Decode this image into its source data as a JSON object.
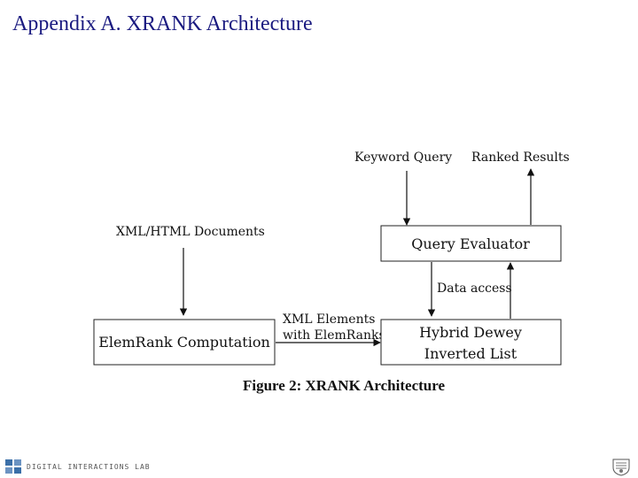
{
  "slide": {
    "title": "Appendix A. XRANK Architecture"
  },
  "diagram": {
    "inputs": {
      "keyword_query": "Keyword Query",
      "ranked_results": "Ranked Results",
      "documents": "XML/HTML Documents"
    },
    "boxes": {
      "query_evaluator": "Query Evaluator",
      "elemrank": "ElemRank Computation",
      "hybrid_line1": "Hybrid Dewey",
      "hybrid_line2": "Inverted List"
    },
    "edges": {
      "data_access": "Data access",
      "xml_elements_line1": "XML Elements",
      "xml_elements_line2": "with ElemRanks"
    },
    "caption": "Figure 2: XRANK Architecture"
  },
  "footer": {
    "lab_name": "DIGITAL INTERACTIONS LAB"
  }
}
